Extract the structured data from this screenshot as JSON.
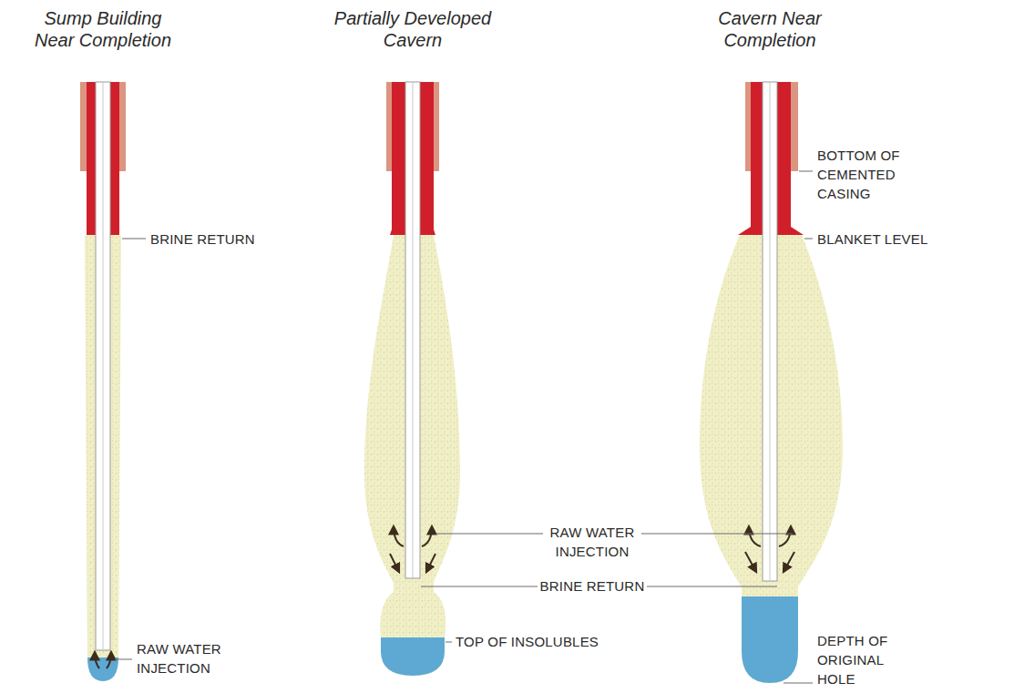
{
  "diagram": {
    "labels": [
      "Sump Building Near Completion",
      "Partially Developed Cavern",
      "Cavern Near Completion",
      "BRINE RETURN",
      "RAW WATER INJECTION",
      "RAW WATER INJECTION",
      "BRINE RETURN",
      "TOP OF INSOLUBLES",
      "BOTTOM OF CEMENTED CASING",
      "BLANKET LEVEL",
      "DEPTH OF ORIGINAL HOLE"
    ]
  }
}
